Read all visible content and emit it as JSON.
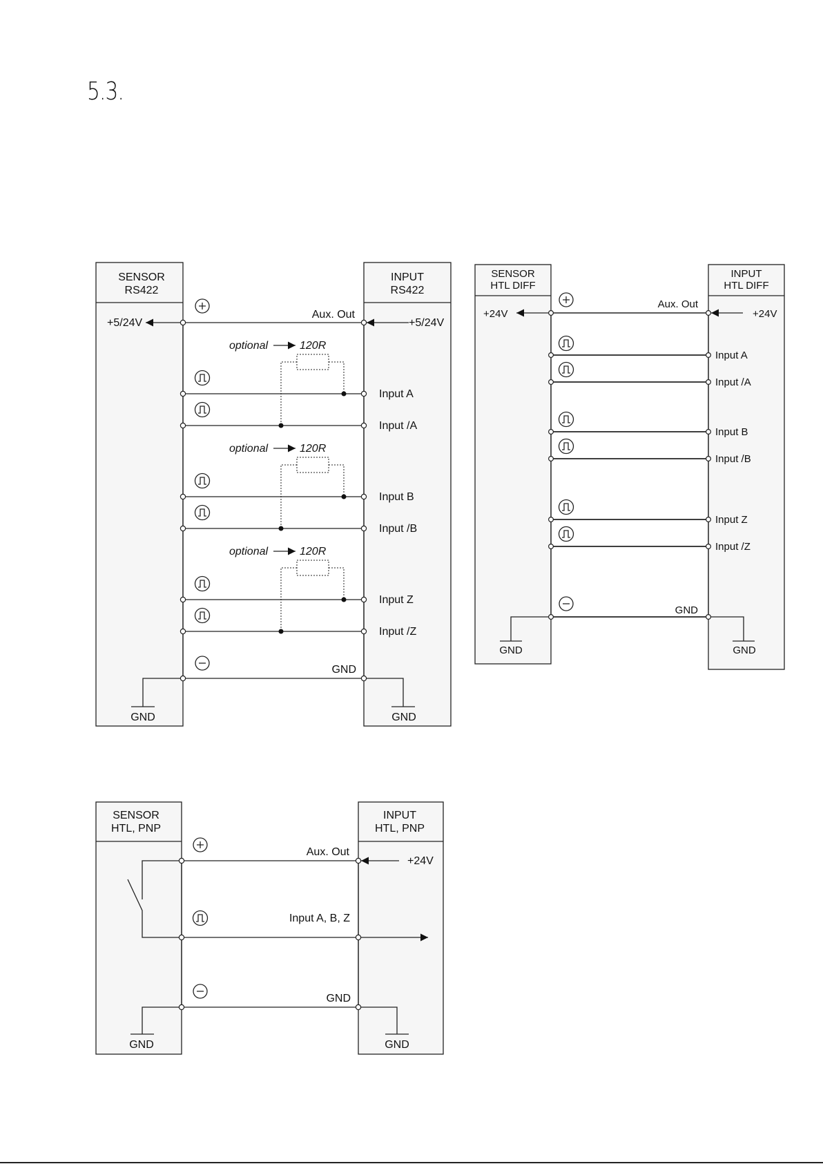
{
  "section_number": "5.3.",
  "diagram1": {
    "sensor_title": [
      "SENSOR",
      "RS422"
    ],
    "input_title": [
      "INPUT",
      "RS422"
    ],
    "supply_left": "+5/24V",
    "supply_right": "+5/24V",
    "aux_out": "Aux. Out",
    "optional": "optional",
    "resistor": "120R",
    "signals": [
      "Input A",
      "Input /A",
      "Input B",
      "Input /B",
      "Input Z",
      "Input /Z"
    ],
    "gnd_line": "GND",
    "gnd_left": "GND",
    "gnd_right": "GND"
  },
  "diagram2": {
    "sensor_title": [
      "SENSOR",
      "HTL DIFF"
    ],
    "input_title": [
      "INPUT",
      "HTL DIFF"
    ],
    "supply_left": "+24V",
    "supply_right": "+24V",
    "aux_out": "Aux. Out",
    "signals": [
      "Input A",
      "Input /A",
      "Input B",
      "Input /B",
      "Input Z",
      "Input /Z"
    ],
    "gnd_line": "GND",
    "gnd_left": "GND",
    "gnd_right": "GND"
  },
  "diagram3": {
    "sensor_title": [
      "SENSOR",
      "HTL, PNP"
    ],
    "input_title": [
      "INPUT",
      "HTL, PNP"
    ],
    "supply_right": "+24V",
    "aux_out": "Aux. Out",
    "signal": "Input A, B, Z",
    "gnd_line": "GND",
    "gnd_left": "GND",
    "gnd_right": "GND"
  }
}
